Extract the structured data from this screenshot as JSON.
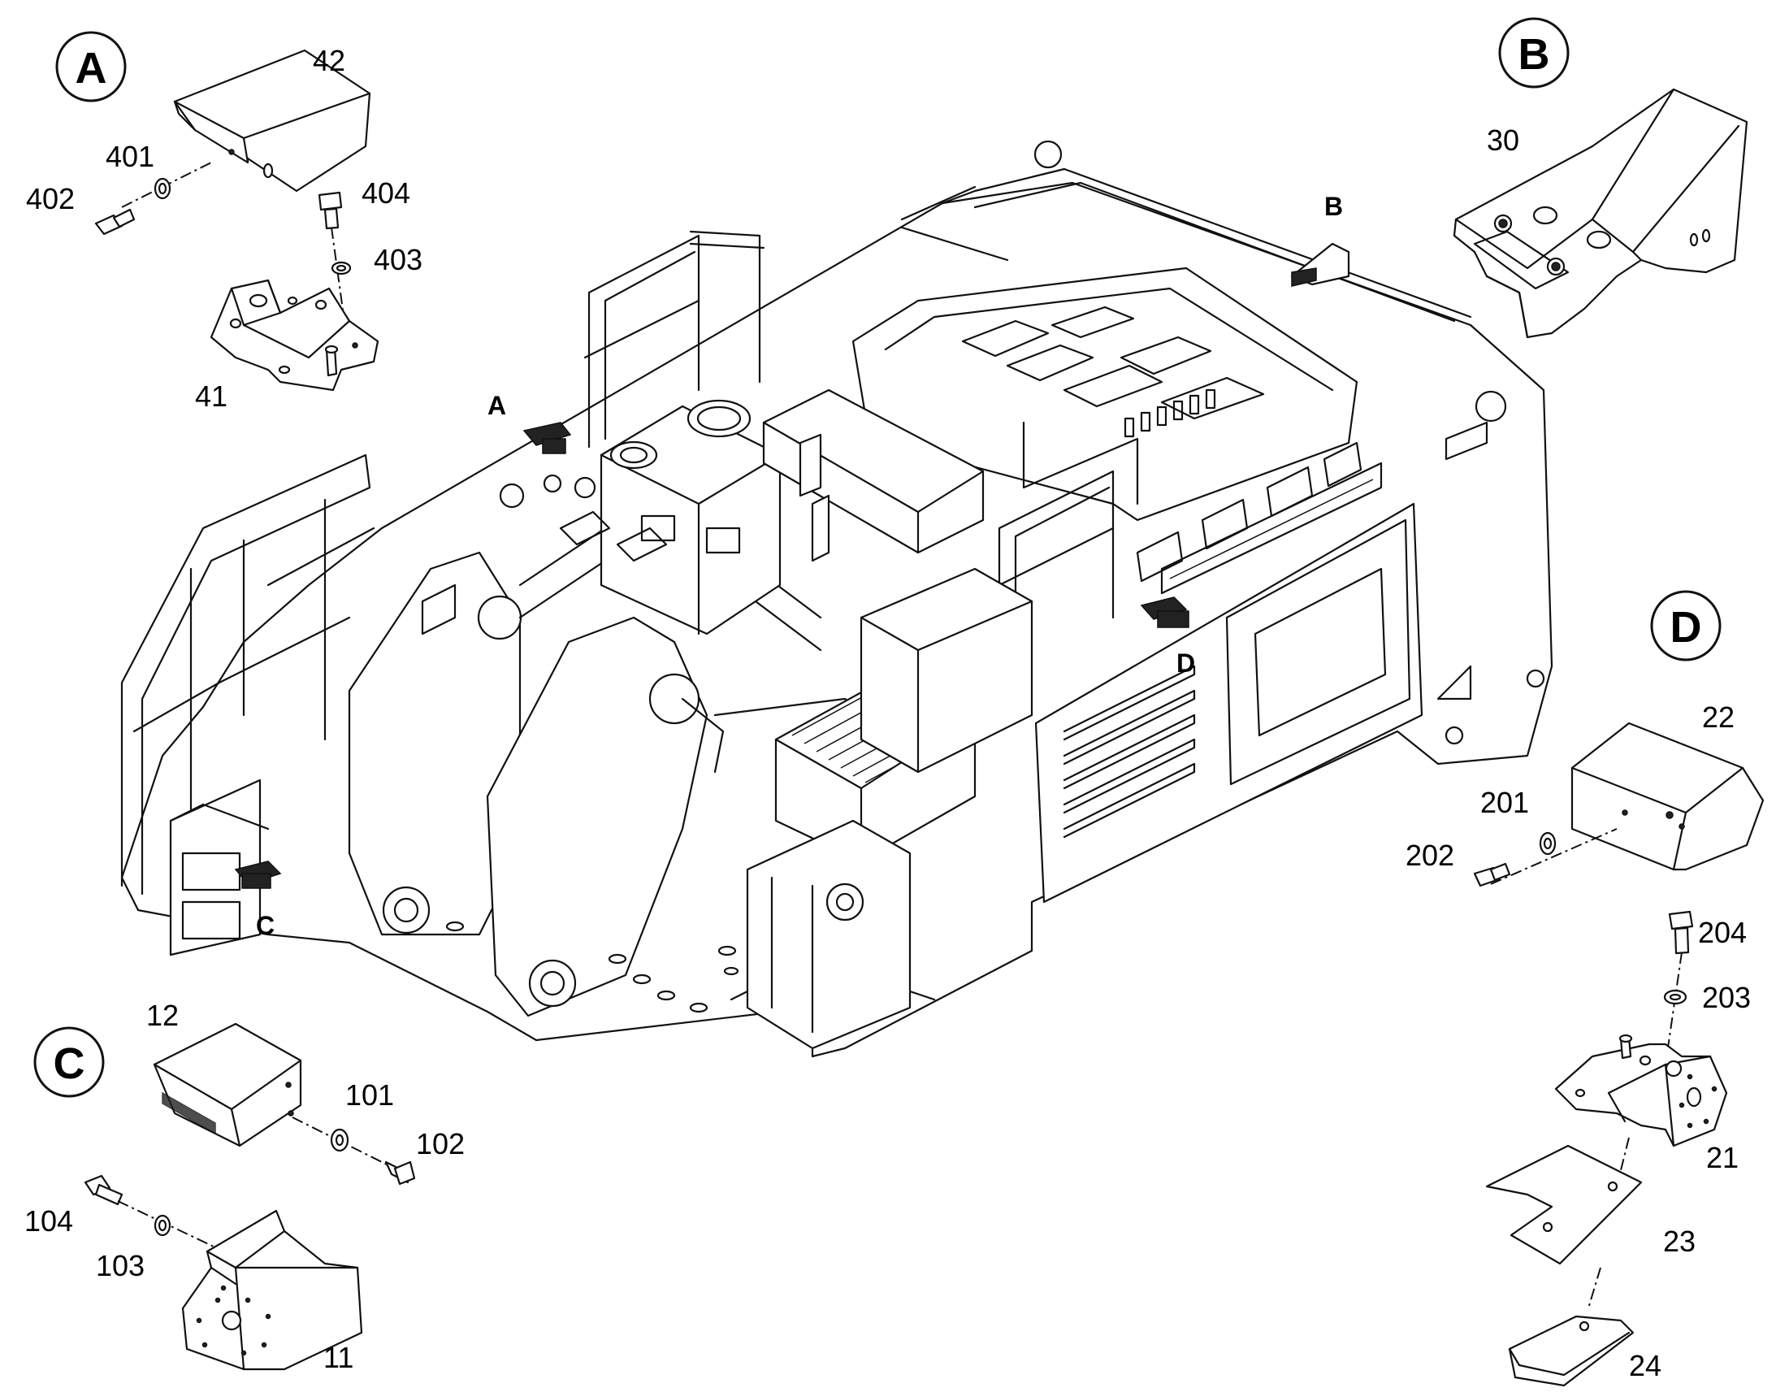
{
  "details": {
    "A": {
      "label": "A",
      "parts": [
        "42",
        "401",
        "402",
        "404",
        "403",
        "41"
      ]
    },
    "B": {
      "label": "B",
      "parts": [
        "30"
      ]
    },
    "C": {
      "label": "C",
      "parts": [
        "12",
        "101",
        "102",
        "104",
        "103",
        "11"
      ]
    },
    "D": {
      "label": "D",
      "parts": [
        "22",
        "201",
        "202",
        "204",
        "203",
        "21",
        "23",
        "24"
      ]
    }
  },
  "machine_markers": {
    "A": "A",
    "B": "B",
    "C": "C",
    "D": "D"
  }
}
